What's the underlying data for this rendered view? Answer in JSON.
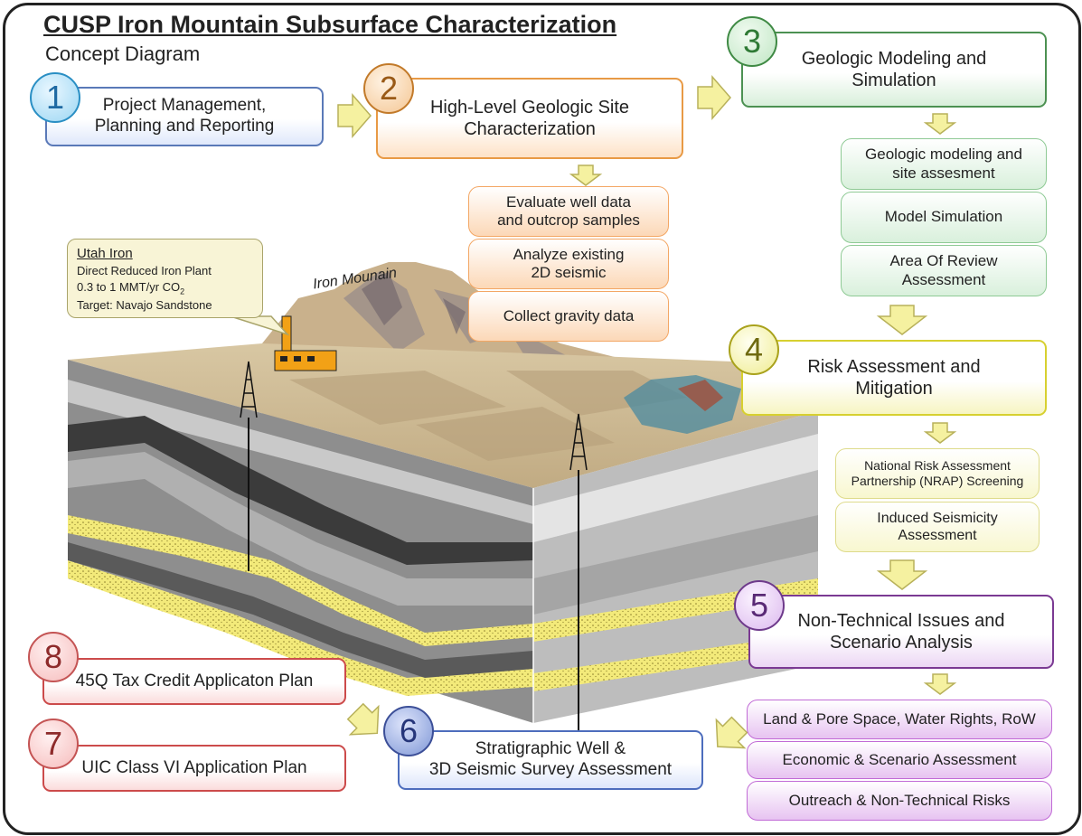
{
  "header": {
    "title": "CUSP Iron Mountain Subsurface Characterization",
    "subtitle": "Concept Diagram"
  },
  "steps": {
    "s1": {
      "number": "1",
      "line1": "Project Management,",
      "line2": "Planning and Reporting"
    },
    "s2": {
      "number": "2",
      "line1": "High-Level Geologic Site",
      "line2": "Characterization"
    },
    "s3": {
      "number": "3",
      "line1": "Geologic Modeling and",
      "line2": "Simulation"
    },
    "s4": {
      "number": "4",
      "line1": "Risk Assessment and",
      "line2": "Mitigation"
    },
    "s5": {
      "number": "5",
      "line1": "Non-Technical Issues and",
      "line2": "Scenario Analysis"
    },
    "s6": {
      "number": "6",
      "line1": "Stratigraphic Well &",
      "line2": "3D Seismic Survey Assessment"
    },
    "s7": {
      "number": "7",
      "label": "UIC Class VI Application Plan"
    },
    "s8": {
      "number": "8",
      "label": "45Q Tax Credit Applicaton Plan"
    }
  },
  "substeps": {
    "s2": [
      {
        "line1": "Evaluate well data",
        "line2": "and outcrop samples"
      },
      {
        "line1": "Analyze existing",
        "line2": "2D seismic"
      },
      {
        "line1": "Collect gravity data",
        "line2": ""
      }
    ],
    "s3": [
      {
        "line1": "Geologic modeling and",
        "line2": "site assesment"
      },
      {
        "line1": "Model Simulation",
        "line2": ""
      },
      {
        "line1": "Area Of Review",
        "line2": "Assessment"
      }
    ],
    "s4": [
      {
        "line1": "National Risk Assessment",
        "line2": "Partnership (NRAP) Screening"
      },
      {
        "line1": "Induced Seismicity",
        "line2": "Assessment"
      }
    ],
    "s5": [
      {
        "label": "Land & Pore Space, Water Rights, RoW"
      },
      {
        "label": "Economic & Scenario Assessment"
      },
      {
        "label": "Outreach & Non-Technical Risks"
      }
    ]
  },
  "callout": {
    "heading": "Utah Iron",
    "line1": "Direct Reduced Iron Plant",
    "line2": "0.3 to 1 MMT/yr CO",
    "line2_sub": "2",
    "line3": "Target:  Navajo Sandstone"
  },
  "mountain_label": "Iron Mounain",
  "colors": {
    "s1": "#5a79b8",
    "s2": "#e89a45",
    "s3": "#4c9152",
    "s4": "#d7d030",
    "s5": "#7b3a93",
    "s6": "#4d6dbd",
    "s7": "#cc4b4b",
    "s8": "#cc4b4b",
    "arrow_fill": "#f5f1a0",
    "arrow_stroke": "#b8b15a",
    "sandstone": "#f3ea7a"
  }
}
